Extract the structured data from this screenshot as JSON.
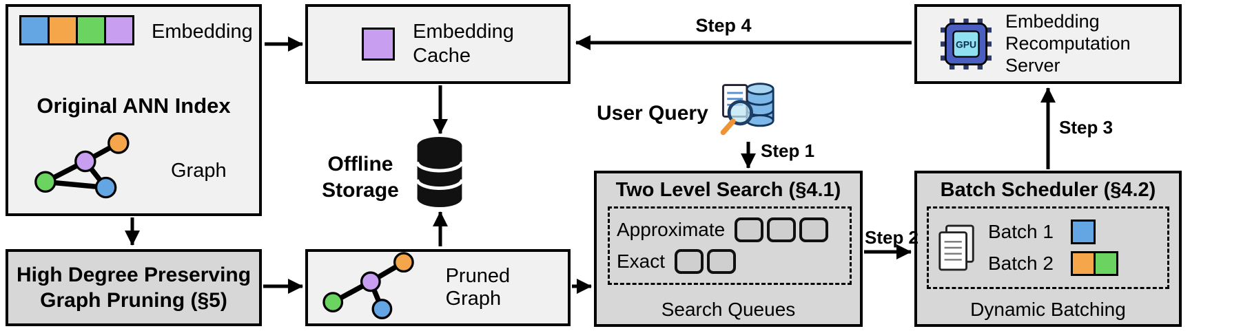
{
  "colors": {
    "light-box": "#f1f1f1",
    "dark-box": "#d7d7d7",
    "line": "#000000",
    "blue": "#63a6e3",
    "orange": "#f5a54a",
    "green": "#6bd35f",
    "purple": "#c89ef0",
    "queue-fill": "#cfcfcf"
  },
  "ann_index": {
    "title": "Original ANN Index",
    "embedding_label": "Embedding",
    "graph_label": "Graph"
  },
  "embedding_cache": {
    "title": "Embedding\nCache"
  },
  "recompute_server": {
    "title": "Embedding\nRecomputation\nServer",
    "gpu_icon_text": "GPU"
  },
  "offline_storage": {
    "label": "Offline\nStorage"
  },
  "user_query": {
    "label": "User Query"
  },
  "two_level_search": {
    "title": "Two Level Search (§4.1)",
    "approximate_label": "Approximate",
    "exact_label": "Exact",
    "approximate_queue_count": 3,
    "exact_queue_count": 2,
    "footer": "Search Queues"
  },
  "batch_scheduler": {
    "title": "Batch Scheduler (§4.2)",
    "batch1_label": "Batch 1",
    "batch2_label": "Batch 2",
    "footer": "Dynamic Batching"
  },
  "graph_pruning": {
    "title": "High Degree Preserving\nGraph Pruning (§5)"
  },
  "pruned_graph": {
    "label": "Pruned Graph"
  },
  "steps": {
    "step1": "Step 1",
    "step2": "Step 2",
    "step3": "Step 3",
    "step4": "Step 4"
  },
  "icons": {
    "gpu": "gpu-chip-icon",
    "offline_storage": "database-cylinder-icon",
    "user_query": "magnifier-document-database-icon",
    "batch_docs": "documents-icon",
    "embedding_cache": "purple-embedding-square",
    "graphs": "node-link-graph"
  }
}
